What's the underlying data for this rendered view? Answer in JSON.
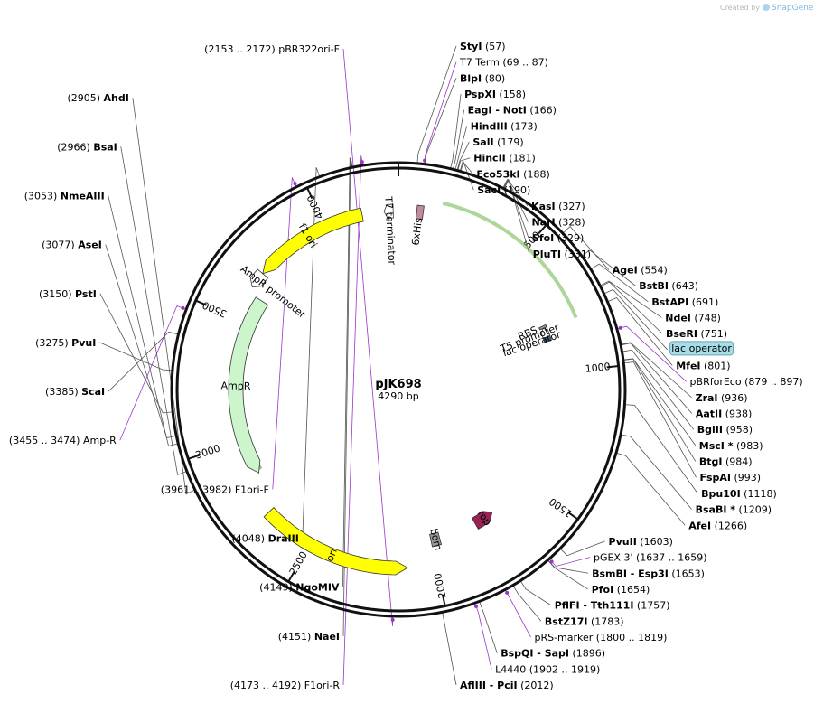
{
  "credit": {
    "prefix": "Created by",
    "brand": "SnapGene"
  },
  "plasmid": {
    "name": "pJK698",
    "length_label": "4290 bp",
    "length": 4290
  },
  "ticks": [
    {
      "pos": 500,
      "label": "500"
    },
    {
      "pos": 1000,
      "label": "1000"
    },
    {
      "pos": 1500,
      "label": "1500"
    },
    {
      "pos": 2000,
      "label": "2000"
    },
    {
      "pos": 2500,
      "label": "2500"
    },
    {
      "pos": 3000,
      "label": "3000"
    },
    {
      "pos": 3500,
      "label": "3500"
    },
    {
      "pos": 4000,
      "label": "4000"
    }
  ],
  "features": [
    {
      "name": "f1 ori",
      "start": 3700,
      "end": 4150,
      "dir": -1,
      "color": "#ffff00",
      "track": "outer",
      "labelInside": true
    },
    {
      "name": "T7 terminator",
      "start": 4235,
      "end": 4270,
      "dir": -1,
      "color": "#ffffff",
      "track": "outer",
      "labelInside": false
    },
    {
      "name": "6xHis",
      "start": 70,
      "end": 95,
      "dir": 0,
      "color": "#c08aa0",
      "track": "outer",
      "labelInside": false
    },
    {
      "name": "AmpR promoter",
      "start": 3635,
      "end": 3700,
      "dir": -1,
      "color": "#ffffff",
      "track": "outer",
      "labelInside": false
    },
    {
      "name": "AmpR",
      "start": 2850,
      "end": 3610,
      "dir": -1,
      "color": "#ccf5cc",
      "track": "inner",
      "labelInside": true
    },
    {
      "name": "ori",
      "start": 2110,
      "end": 2700,
      "dir": -1,
      "color": "#ffff00",
      "track": "outer",
      "labelInside": true
    },
    {
      "name": "bom",
      "start": 1960,
      "end": 2000,
      "dir": 0,
      "color": "#999999",
      "track": "outer",
      "labelInside": true
    },
    {
      "name": "rop",
      "start": 1700,
      "end": 1790,
      "dir": -1,
      "color": "#992255",
      "track": "outer",
      "labelInside": true
    },
    {
      "name": "RBS",
      "start": 790,
      "end": 800,
      "dir": 0,
      "color": "#999999",
      "track": "outer",
      "labelInside": false
    },
    {
      "name": "T5 promoter",
      "start": 800,
      "end": 840,
      "dir": -1,
      "color": "#ffffff",
      "track": "outer",
      "labelInside": false
    },
    {
      "name": "lac operator",
      "start": 840,
      "end": 860,
      "dir": 0,
      "color": "#336677",
      "track": "inner",
      "labelInside": false
    }
  ],
  "orfs": [
    {
      "start": 160,
      "end": 810,
      "color": "#77bb55"
    },
    {
      "start": 2860,
      "end": 3600,
      "color": "#55aa33"
    }
  ],
  "sites": [
    {
      "name": "StyI",
      "coord": "(57)",
      "pos": 57,
      "kind": "enzyme",
      "side": "right"
    },
    {
      "name": "T7 Term",
      "coord": "(69 .. 87)",
      "pos": 78,
      "kind": "primer",
      "side": "right"
    },
    {
      "name": "BlpI",
      "coord": "(80)",
      "pos": 80,
      "kind": "enzyme",
      "side": "right"
    },
    {
      "name": "PspXI",
      "coord": "(158)",
      "pos": 158,
      "kind": "enzyme",
      "side": "right"
    },
    {
      "name": "EagI - NotI",
      "coord": "(166)",
      "pos": 166,
      "kind": "enzyme",
      "side": "right"
    },
    {
      "name": "HindIII",
      "coord": "(173)",
      "pos": 173,
      "kind": "enzyme",
      "side": "right"
    },
    {
      "name": "SalI",
      "coord": "(179)",
      "pos": 179,
      "kind": "enzyme",
      "side": "right"
    },
    {
      "name": "HincII",
      "coord": "(181)",
      "pos": 181,
      "kind": "enzyme",
      "side": "right"
    },
    {
      "name": "Eco53kI",
      "coord": "(188)",
      "pos": 188,
      "kind": "enzyme",
      "side": "right"
    },
    {
      "name": "SacI",
      "coord": "(190)",
      "pos": 190,
      "kind": "enzyme",
      "side": "right"
    },
    {
      "name": "KasI",
      "coord": "(327)",
      "pos": 327,
      "kind": "enzyme",
      "side": "right"
    },
    {
      "name": "NarI",
      "coord": "(328)",
      "pos": 328,
      "kind": "enzyme",
      "side": "right"
    },
    {
      "name": "SfoI",
      "coord": "(329)",
      "pos": 329,
      "kind": "enzyme",
      "side": "right"
    },
    {
      "name": "PluTI",
      "coord": "(331)",
      "pos": 331,
      "kind": "enzyme",
      "side": "right"
    },
    {
      "name": "AgeI",
      "coord": "(554)",
      "pos": 554,
      "kind": "enzyme",
      "side": "right"
    },
    {
      "name": "BstBI",
      "coord": "(643)",
      "pos": 643,
      "kind": "enzyme",
      "side": "right"
    },
    {
      "name": "BstAPI",
      "coord": "(691)",
      "pos": 691,
      "kind": "enzyme",
      "side": "right"
    },
    {
      "name": "NdeI",
      "coord": "(748)",
      "pos": 748,
      "kind": "enzyme",
      "side": "right"
    },
    {
      "name": "BseRI",
      "coord": "(751)",
      "pos": 751,
      "kind": "enzyme",
      "side": "right"
    },
    {
      "name": "lac operator",
      "coord": "",
      "pos": 775,
      "kind": "badge",
      "side": "right"
    },
    {
      "name": "MfeI",
      "coord": "(801)",
      "pos": 801,
      "kind": "enzyme",
      "side": "right"
    },
    {
      "name": "pBRforEco",
      "coord": "(879 .. 897)",
      "pos": 888,
      "kind": "primer",
      "side": "right"
    },
    {
      "name": "ZraI",
      "coord": "(936)",
      "pos": 936,
      "kind": "enzyme",
      "side": "right"
    },
    {
      "name": "AatII",
      "coord": "(938)",
      "pos": 938,
      "kind": "enzyme",
      "side": "right"
    },
    {
      "name": "BglII",
      "coord": "(958)",
      "pos": 958,
      "kind": "enzyme",
      "side": "right"
    },
    {
      "name": "MscI *",
      "coord": "(983)",
      "pos": 983,
      "kind": "enzyme",
      "side": "right"
    },
    {
      "name": "BtgI",
      "coord": "(984)",
      "pos": 984,
      "kind": "enzyme",
      "side": "right"
    },
    {
      "name": "FspAI",
      "coord": "(993)",
      "pos": 993,
      "kind": "enzyme",
      "side": "right"
    },
    {
      "name": "Bpu10I",
      "coord": "(1118)",
      "pos": 1118,
      "kind": "enzyme",
      "side": "right"
    },
    {
      "name": "BsaBI *",
      "coord": "(1209)",
      "pos": 1209,
      "kind": "enzyme",
      "side": "right"
    },
    {
      "name": "AfeI",
      "coord": "(1266)",
      "pos": 1266,
      "kind": "enzyme",
      "side": "right"
    },
    {
      "name": "PvuII",
      "coord": "(1603)",
      "pos": 1603,
      "kind": "enzyme",
      "side": "right"
    },
    {
      "name": "BsmBI - Esp3I",
      "coord": "(1653)",
      "pos": 1653,
      "kind": "enzyme",
      "side": "right"
    },
    {
      "name": "PfoI",
      "coord": "(1654)",
      "pos": 1654,
      "kind": "enzyme",
      "side": "right"
    },
    {
      "name": "pGEX 3'",
      "coord": "(1637 .. 1659)",
      "pos": 1648,
      "kind": "primer",
      "side": "right"
    },
    {
      "name": "PflFI - Tth111I",
      "coord": "(1757)",
      "pos": 1757,
      "kind": "enzyme",
      "side": "right"
    },
    {
      "name": "BstZ17I",
      "coord": "(1783)",
      "pos": 1783,
      "kind": "enzyme",
      "side": "right"
    },
    {
      "name": "pRS-marker",
      "coord": "(1800 .. 1819)",
      "pos": 1810,
      "kind": "primer",
      "side": "right"
    },
    {
      "name": "BspQI - SapI",
      "coord": "(1896)",
      "pos": 1896,
      "kind": "enzyme",
      "side": "right"
    },
    {
      "name": "L4440",
      "coord": "(1902 .. 1919)",
      "pos": 1910,
      "kind": "primer",
      "side": "right"
    },
    {
      "name": "AflIII - PciI",
      "coord": "(2012)",
      "pos": 2012,
      "kind": "enzyme",
      "side": "right"
    },
    {
      "name": "pBR322ori-F",
      "coord": "(2153 .. 2172)",
      "pos": 2162,
      "kind": "primer",
      "side": "left"
    },
    {
      "name": "AhdI",
      "coord": "(2905)",
      "pos": 2905,
      "kind": "enzyme",
      "side": "left"
    },
    {
      "name": "BsaI",
      "coord": "(2966)",
      "pos": 2966,
      "kind": "enzyme",
      "side": "left"
    },
    {
      "name": "NmeAIII",
      "coord": "(3053)",
      "pos": 3053,
      "kind": "enzyme",
      "side": "left"
    },
    {
      "name": "AseI",
      "coord": "(3077)",
      "pos": 3077,
      "kind": "enzyme",
      "side": "left"
    },
    {
      "name": "PstI",
      "coord": "(3150)",
      "pos": 3150,
      "kind": "enzyme",
      "side": "left"
    },
    {
      "name": "PvuI",
      "coord": "(3275)",
      "pos": 3275,
      "kind": "enzyme",
      "side": "left"
    },
    {
      "name": "ScaI",
      "coord": "(3385)",
      "pos": 3385,
      "kind": "enzyme",
      "side": "left"
    },
    {
      "name": "Amp-R",
      "coord": "(3455 .. 3474)",
      "pos": 3464,
      "kind": "primer",
      "side": "left"
    },
    {
      "name": "F1ori-F",
      "coord": "(3961 .. 3982)",
      "pos": 3972,
      "kind": "primer",
      "side": "left"
    },
    {
      "name": "DraIII",
      "coord": "(4048)",
      "pos": 4048,
      "kind": "enzyme",
      "side": "left"
    },
    {
      "name": "NgoMIV",
      "coord": "(4149)",
      "pos": 4149,
      "kind": "enzyme",
      "side": "left"
    },
    {
      "name": "NaeI",
      "coord": "(4151)",
      "pos": 4151,
      "kind": "enzyme",
      "side": "left"
    },
    {
      "name": "F1ori-R",
      "coord": "(4173 .. 4192)",
      "pos": 4182,
      "kind": "primer",
      "side": "left"
    }
  ]
}
